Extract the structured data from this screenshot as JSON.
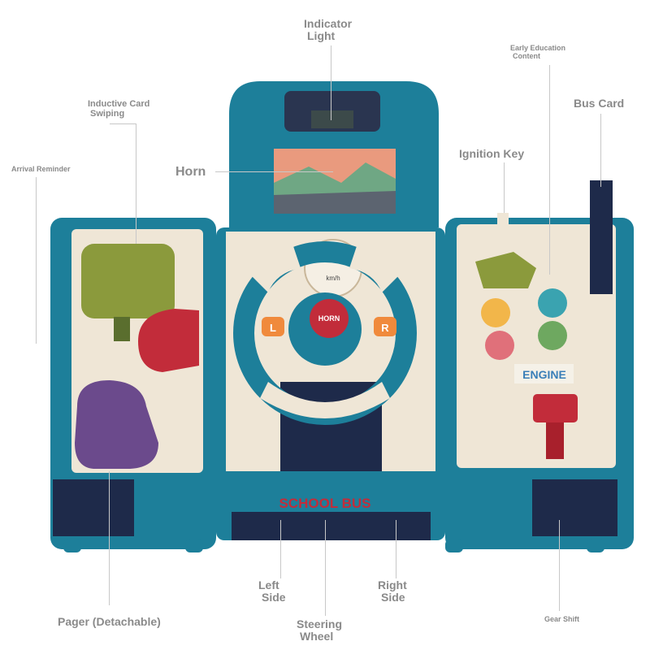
{
  "labels": {
    "indicator_light": [
      "Indicator",
      "Light"
    ],
    "early_education": [
      "Early Education",
      "Content"
    ],
    "inductive_card": [
      "Inductive Card",
      "Swiping"
    ],
    "bus_card": "Bus Card",
    "ignition_key": "Ignition Key",
    "arrival_reminder": "Arrival Reminder",
    "horn": "Horn",
    "left_side": [
      "Left",
      "Side"
    ],
    "right_side": [
      "Right",
      "Side"
    ],
    "pager": "Pager (Detachable)",
    "steering_wheel": [
      "Steering",
      "Wheel"
    ],
    "gear_shift": "Gear Shift"
  },
  "product_text": {
    "horn_button": "HORN",
    "left_button": "L",
    "right_button": "R",
    "speed_unit": "km/h",
    "engine": "ENGINE",
    "brand": "SCHOOL BUS"
  },
  "colors": {
    "body_teal": "#1d7f9a",
    "panel_cream": "#efe6d6",
    "navy": "#1e2a4a",
    "label_gray": "#8a8a8a"
  }
}
